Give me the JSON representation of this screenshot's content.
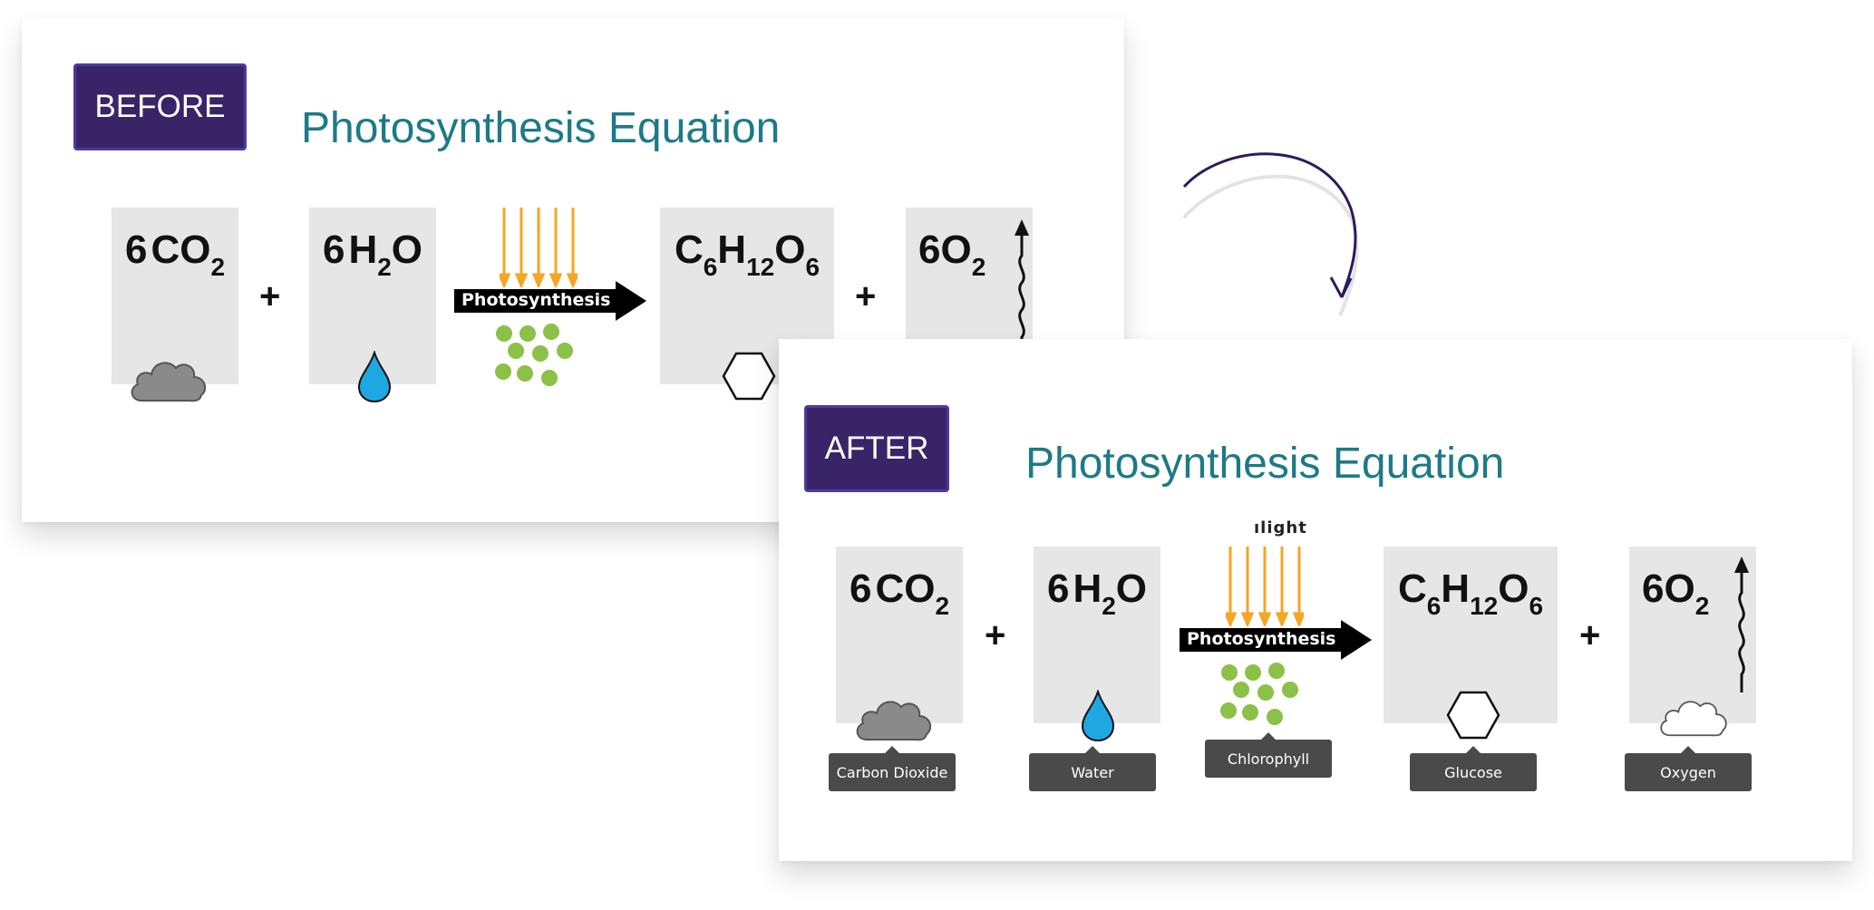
{
  "before": {
    "badge": "BEFORE",
    "title": "Photosynthesis Equation",
    "reactants": [
      {
        "coef": "6",
        "parts": [
          [
            "CO",
            ""
          ],
          [
            "",
            "2"
          ]
        ]
      },
      {
        "coef": "6",
        "parts": [
          [
            "H",
            ""
          ],
          [
            "",
            "2"
          ],
          [
            "O",
            ""
          ]
        ]
      }
    ],
    "process_label": "Photosynthesis",
    "products": [
      {
        "coef": "",
        "parts": [
          [
            "C",
            ""
          ],
          [
            "",
            "6"
          ],
          [
            "H",
            ""
          ],
          [
            "",
            "12"
          ],
          [
            "O",
            ""
          ],
          [
            "",
            "6"
          ]
        ]
      },
      {
        "coef": "6",
        "parts": [
          [
            "O",
            ""
          ],
          [
            "",
            "2"
          ]
        ]
      }
    ],
    "plus": "+"
  },
  "after": {
    "badge": "AFTER",
    "title": "Photosynthesis Equation",
    "sunlight_label": "ılight",
    "process_label": "Photosynthesis",
    "plus": "+",
    "labels": {
      "carbon_dioxide": "Carbon Dioxide",
      "water": "Water",
      "chlorophyll": "Chlorophyll",
      "glucose": "Glucose",
      "oxygen": "Oxygen"
    }
  },
  "colors": {
    "badge_bg": "#3a2468",
    "title": "#1d7a86",
    "sun_ray": "#f5a623",
    "chlorophyll_dot": "#8cc046",
    "water_drop": "#1ea7e1",
    "cloud": "#8a8a8a",
    "tag_bg": "#4a4a4a",
    "card_bg": "#e6e6e6",
    "curve_arrow": "#2e1a5c"
  },
  "icons": [
    "cloud-icon",
    "water-drop-icon",
    "sun-rays-icon",
    "chlorophyll-dots-icon",
    "hexagon-icon",
    "wavy-arrow-icon",
    "curved-arrow-icon"
  ]
}
